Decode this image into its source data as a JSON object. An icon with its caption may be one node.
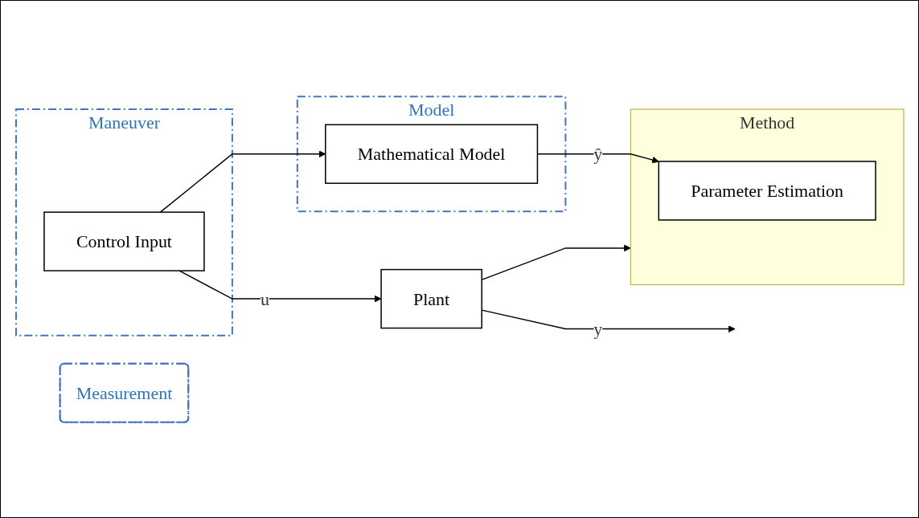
{
  "diagram": {
    "nodes": [
      {
        "text": [
          "Maneuver"
        ]
      },
      {
        "text": [
          "Control  Input"
        ],
        "in": 0
      },
      {
        "text": [
          "Plant"
        ]
      },
      {
        "text": [
          "Measurement"
        ]
      },
      {
        "text": [
          "Model"
        ]
      },
      {
        "text": [
          "Mathematical Model"
        ],
        "in": 4
      },
      {
        "text": [
          "Method"
        ]
      },
      {
        "text": [
          "Parameter Estimation"
        ],
        "in": 6
      }
    ],
    "edges": [
      {
        "from": 1,
        "to": 2,
        "arrow": "to",
        "label": "u"
      },
      {
        "from": 1,
        "to": 5,
        "arrow": "to"
      },
      {
        "from": 2,
        "to": null,
        "arrow": "to",
        "label": "y"
      },
      {
        "from": 2,
        "to": 6,
        "arrow": "to"
      },
      {
        "from": 5,
        "to": 7,
        "arrow": "to",
        "label": "ŷ"
      }
    ]
  }
}
